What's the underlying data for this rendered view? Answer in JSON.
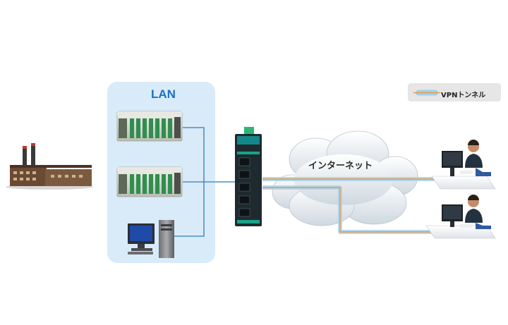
{
  "lan_label": "LAN",
  "internet_label": "インターネット",
  "legend": {
    "label": "VPNトンネル"
  },
  "colors": {
    "lan_zone": "#d9ebf9",
    "lan_line": "#4a90c8",
    "vpn_tunnel": "#a8d2f0",
    "wan_line": "#e59a3c",
    "cloud": "#e9eef3",
    "switch_body": "#1f2a2f",
    "switch_accent": "#1aa38a"
  },
  "icons": [
    "factory-icon",
    "plc-controller-icon",
    "plc-controller-icon",
    "desktop-pc-icon",
    "industrial-switch-icon",
    "internet-cloud-icon",
    "remote-user-icon",
    "remote-user-icon",
    "vpn-tunnel-icon"
  ]
}
